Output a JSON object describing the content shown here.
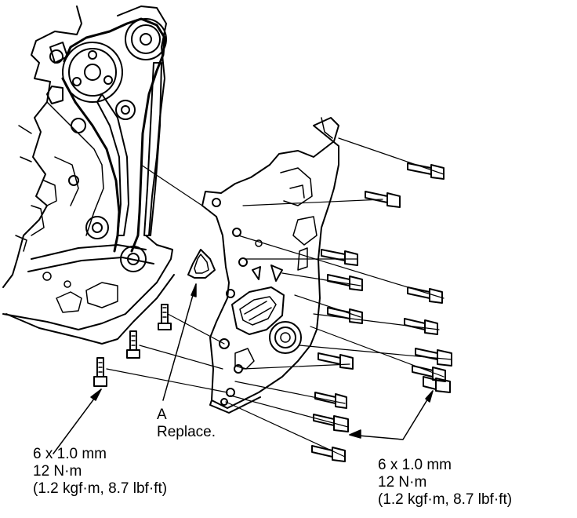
{
  "callouts": {
    "left_spec": {
      "size": "6 x 1.0 mm",
      "torque_nm": "12 N·m",
      "torque_alt": "(1.2 kgf·m, 8.7 lbf·ft)"
    },
    "gasket": {
      "letter": "A",
      "note": "Replace."
    },
    "right_spec": {
      "size": "6 x 1.0 mm",
      "torque_nm": "12 N·m",
      "torque_alt": "(1.2 kgf·m, 8.7 lbf·ft)"
    }
  },
  "colors": {
    "line": "#000000",
    "fill": "#ffffff"
  }
}
